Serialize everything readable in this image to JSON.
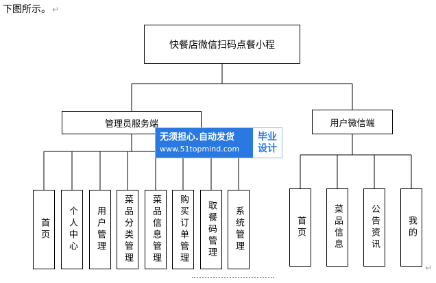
{
  "intro": {
    "text": "下图所示。",
    "return_mark": "↵"
  },
  "diagram": {
    "root": "快餐店微信扫码点餐小程",
    "admin": {
      "label": "管理员服务端",
      "children": [
        "首页",
        "个人中心",
        "用户管理",
        "菜品分类管理",
        "菜品信息管理",
        "购买订单管理",
        "取餐码管理",
        "系统管理"
      ]
    },
    "user": {
      "label": "用户微信端",
      "children": [
        "首页",
        "菜品信息",
        "公告资讯",
        "我的"
      ]
    }
  },
  "watermark": {
    "line1": "无须担心.自动发货",
    "line2": "www.51topmind.com",
    "side1": "毕业",
    "side2": "设计",
    "colors": {
      "blue": "#2979e0"
    }
  },
  "end_mark": "↵"
}
